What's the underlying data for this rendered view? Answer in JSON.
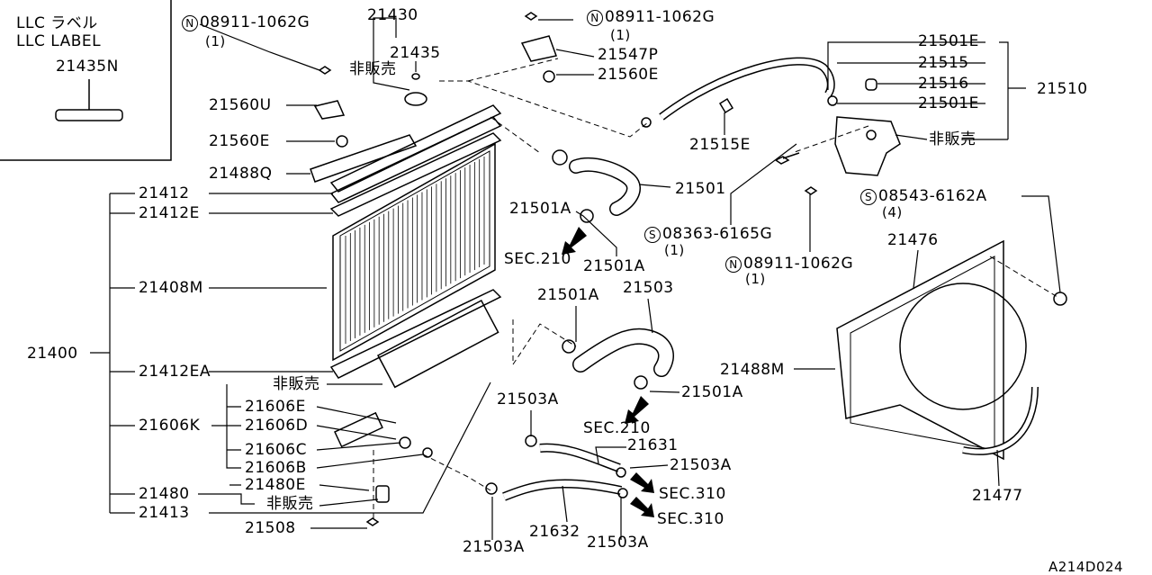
{
  "llc": {
    "line1": "LLC ラベル",
    "line2": "LLC LABEL",
    "part": "21435N"
  },
  "labels": {
    "p21430": "21430",
    "p21435": "21435",
    "hanbai1": "非販売",
    "p21560U": "21560U",
    "p21560E_a": "21560E",
    "p21488Q": "21488Q",
    "n08911_top": "08911-1062G",
    "n08911_top_qty": "(1)",
    "n08911_topr": "08911-1062G",
    "n08911_topr_qty": "(1)",
    "p21547P": "21547P",
    "p21560E_b": "21560E",
    "p21501E_a": "21501E",
    "p21515": "21515",
    "p21516": "21516",
    "p21501E_b": "21501E",
    "p21510": "21510",
    "hanbai2": "非販売",
    "p21515E": "21515E",
    "p21501": "21501",
    "p21501A_a": "21501A",
    "p21501A_b": "21501A",
    "sec210_a": "SEC.210",
    "s08363": "08363-6165G",
    "s08363_qty": "(1)",
    "n08911_mid": "08911-1062G",
    "n08911_mid_qty": "(1)",
    "s08543": "08543-6162A",
    "s08543_qty": "(4)",
    "p21476": "21476",
    "p21412": "21412",
    "p21412E": "21412E",
    "p21408M": "21408M",
    "p21400": "21400",
    "p21412EA": "21412EA",
    "hanbai3": "非販売",
    "p21606E": "21606E",
    "p21606K": "21606K",
    "p21606D": "21606D",
    "p21606C": "21606C",
    "p21606B": "21606B",
    "p21480": "21480",
    "p21480E": "21480E",
    "hanbai4": "非販売",
    "p21413": "21413",
    "p21508": "21508",
    "p21501A_c": "21501A",
    "p21503": "21503",
    "p21501A_d": "21501A",
    "sec210_b": "SEC.210",
    "p21503A_a": "21503A",
    "p21631": "21631",
    "p21503A_b": "21503A",
    "sec310_a": "SEC.310",
    "sec310_b": "SEC.310",
    "p21632": "21632",
    "p21503A_c": "21503A",
    "p21503A_d": "21503A",
    "p21488M": "21488M",
    "p21477": "21477",
    "code": "A214D024"
  },
  "prefix": {
    "N": "N",
    "S": "S"
  }
}
